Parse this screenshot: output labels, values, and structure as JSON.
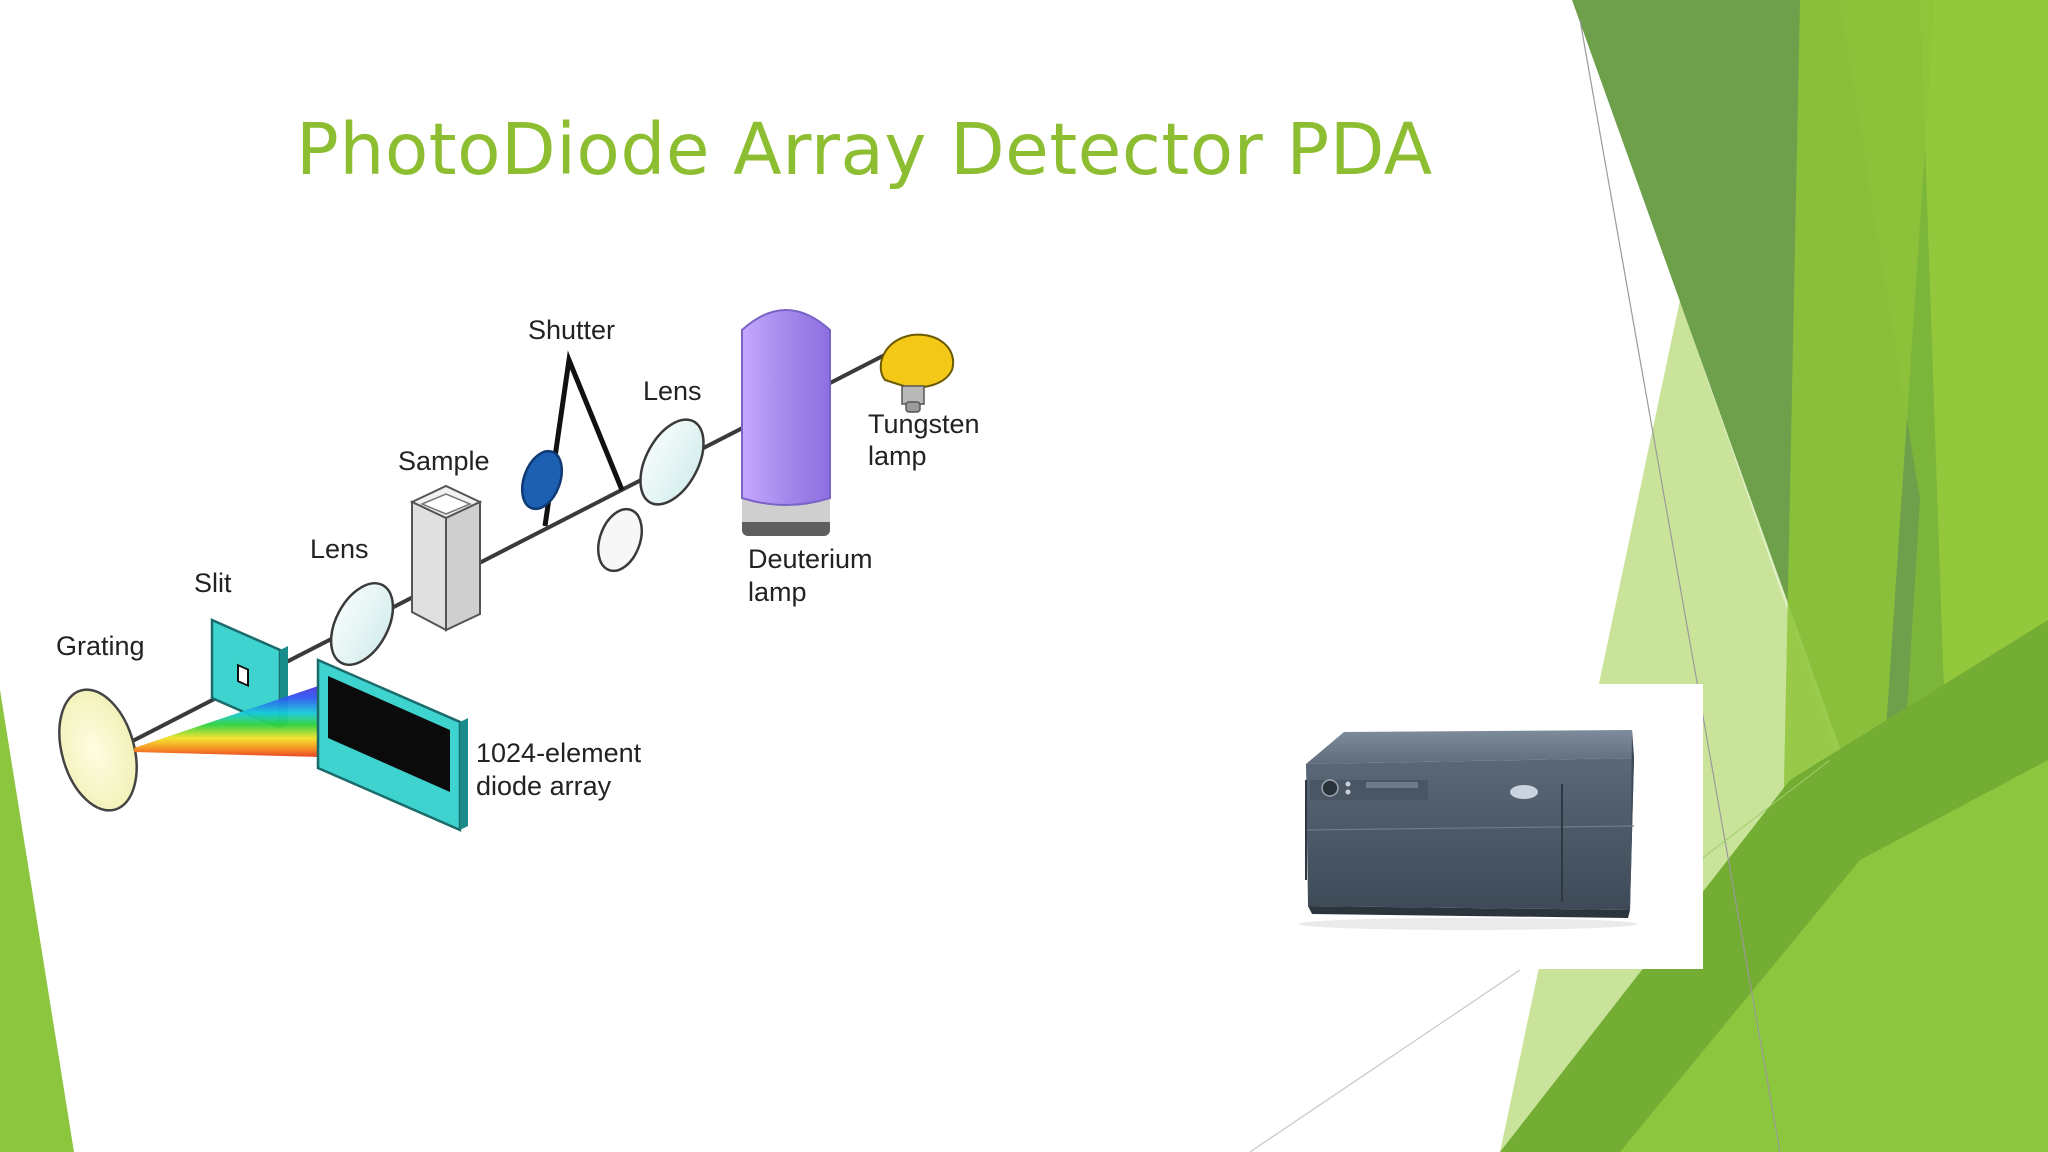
{
  "slide": {
    "title": "PhotoDiode Array Detector PDA"
  },
  "diagram": {
    "labels": {
      "shutter": "Shutter",
      "lens_upper": "Lens",
      "tungsten_line1": "Tungsten",
      "tungsten_line2": "lamp",
      "sample": "Sample",
      "lens_lower": "Lens",
      "deuterium_line1": "Deuterium",
      "deuterium_line2": "lamp",
      "slit": "Slit",
      "grating": "Grating",
      "diode_line1": "1024-element",
      "diode_line2": "diode array"
    }
  },
  "colors": {
    "title": "#8dbe32",
    "accent_dark": "#5a8f2d",
    "accent_mid": "#78b131",
    "accent_light": "#a9d15a",
    "deuterium_lamp": "#a98aee",
    "tungsten_lamp": "#f3c816",
    "slit_panel": "#3ed3cf",
    "shutter_disc": "#1d5fb0"
  }
}
